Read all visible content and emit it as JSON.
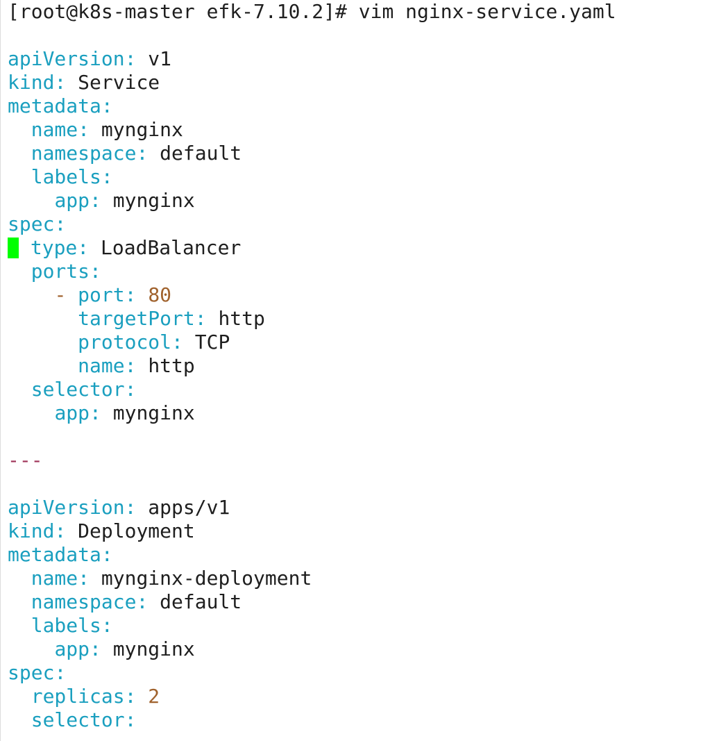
{
  "terminal": {
    "prompt": "[root@k8s-master efk-7.10.2]# vim nginx-service.yaml",
    "colors": {
      "key": "#1a9fbf",
      "value": "#1e1e1e",
      "number": "#a0622d",
      "separator": "#a0365a",
      "cursor": "#00ff00",
      "background": "#ffffff"
    },
    "lines": [
      {
        "type": "prompt"
      },
      {
        "type": "blank"
      },
      {
        "type": "kv",
        "indent": 0,
        "key": "apiVersion",
        "value": "v1",
        "vtype": "str"
      },
      {
        "type": "kv",
        "indent": 0,
        "key": "kind",
        "value": "Service",
        "vtype": "str"
      },
      {
        "type": "kv",
        "indent": 0,
        "key": "metadata",
        "value": "",
        "vtype": "str"
      },
      {
        "type": "kv",
        "indent": 2,
        "key": "name",
        "value": "mynginx",
        "vtype": "str"
      },
      {
        "type": "kv",
        "indent": 2,
        "key": "namespace",
        "value": "default",
        "vtype": "str"
      },
      {
        "type": "kv",
        "indent": 2,
        "key": "labels",
        "value": "",
        "vtype": "str"
      },
      {
        "type": "kv",
        "indent": 4,
        "key": "app",
        "value": "mynginx",
        "vtype": "str"
      },
      {
        "type": "kv",
        "indent": 0,
        "key": "spec",
        "value": "",
        "vtype": "str"
      },
      {
        "type": "kv",
        "indent": 2,
        "key": "type",
        "value": "LoadBalancer",
        "vtype": "str",
        "cursor": true
      },
      {
        "type": "kv",
        "indent": 2,
        "key": "ports",
        "value": "",
        "vtype": "str"
      },
      {
        "type": "kv",
        "indent": 4,
        "dash": true,
        "key": "port",
        "value": "80",
        "vtype": "num"
      },
      {
        "type": "kv",
        "indent": 6,
        "key": "targetPort",
        "value": "http",
        "vtype": "str"
      },
      {
        "type": "kv",
        "indent": 6,
        "key": "protocol",
        "value": "TCP",
        "vtype": "str"
      },
      {
        "type": "kv",
        "indent": 6,
        "key": "name",
        "value": "http",
        "vtype": "str"
      },
      {
        "type": "kv",
        "indent": 2,
        "key": "selector",
        "value": "",
        "vtype": "str"
      },
      {
        "type": "kv",
        "indent": 4,
        "key": "app",
        "value": "mynginx",
        "vtype": "str"
      },
      {
        "type": "blank"
      },
      {
        "type": "separator",
        "text": "---"
      },
      {
        "type": "blank"
      },
      {
        "type": "kv",
        "indent": 0,
        "key": "apiVersion",
        "value": "apps/v1",
        "vtype": "str"
      },
      {
        "type": "kv",
        "indent": 0,
        "key": "kind",
        "value": "Deployment",
        "vtype": "str"
      },
      {
        "type": "kv",
        "indent": 0,
        "key": "metadata",
        "value": "",
        "vtype": "str"
      },
      {
        "type": "kv",
        "indent": 2,
        "key": "name",
        "value": "mynginx-deployment",
        "vtype": "str"
      },
      {
        "type": "kv",
        "indent": 2,
        "key": "namespace",
        "value": "default",
        "vtype": "str"
      },
      {
        "type": "kv",
        "indent": 2,
        "key": "labels",
        "value": "",
        "vtype": "str"
      },
      {
        "type": "kv",
        "indent": 4,
        "key": "app",
        "value": "mynginx",
        "vtype": "str"
      },
      {
        "type": "kv",
        "indent": 0,
        "key": "spec",
        "value": "",
        "vtype": "str"
      },
      {
        "type": "kv",
        "indent": 2,
        "key": "replicas",
        "value": "2",
        "vtype": "num"
      },
      {
        "type": "kv",
        "indent": 2,
        "key": "selector",
        "value": "",
        "vtype": "str"
      }
    ]
  }
}
